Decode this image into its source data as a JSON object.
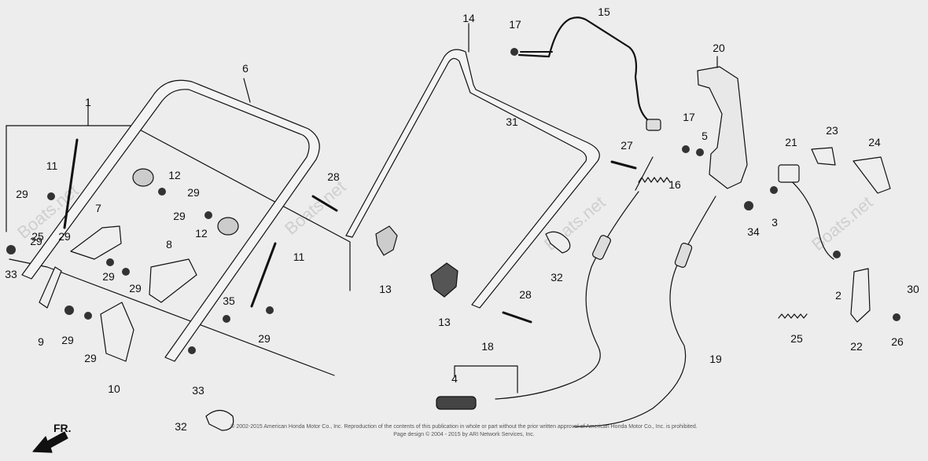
{
  "watermark": "Boats.net",
  "footer": {
    "line1": "© 2002-2015 American Honda Motor Co., Inc. Reproduction of the contents of this publication in whole or part without the prior written approval of American Honda Motor Co., Inc. is prohibited.",
    "line2": "Page design © 2004 - 2015 by ARI Network Services, Inc."
  },
  "direction_label": "FR.",
  "callouts": [
    "1",
    "2",
    "3",
    "4",
    "5",
    "6",
    "7",
    "8",
    "9",
    "10",
    "11",
    "11",
    "12",
    "12",
    "13",
    "13",
    "14",
    "15",
    "16",
    "17",
    "17",
    "18",
    "19",
    "20",
    "21",
    "22",
    "23",
    "24",
    "25",
    "25",
    "26",
    "27",
    "28",
    "28",
    "29",
    "29",
    "29",
    "29",
    "29",
    "29",
    "29",
    "29",
    "29",
    "29",
    "30",
    "31",
    "32",
    "32",
    "33",
    "33",
    "34",
    "35"
  ]
}
